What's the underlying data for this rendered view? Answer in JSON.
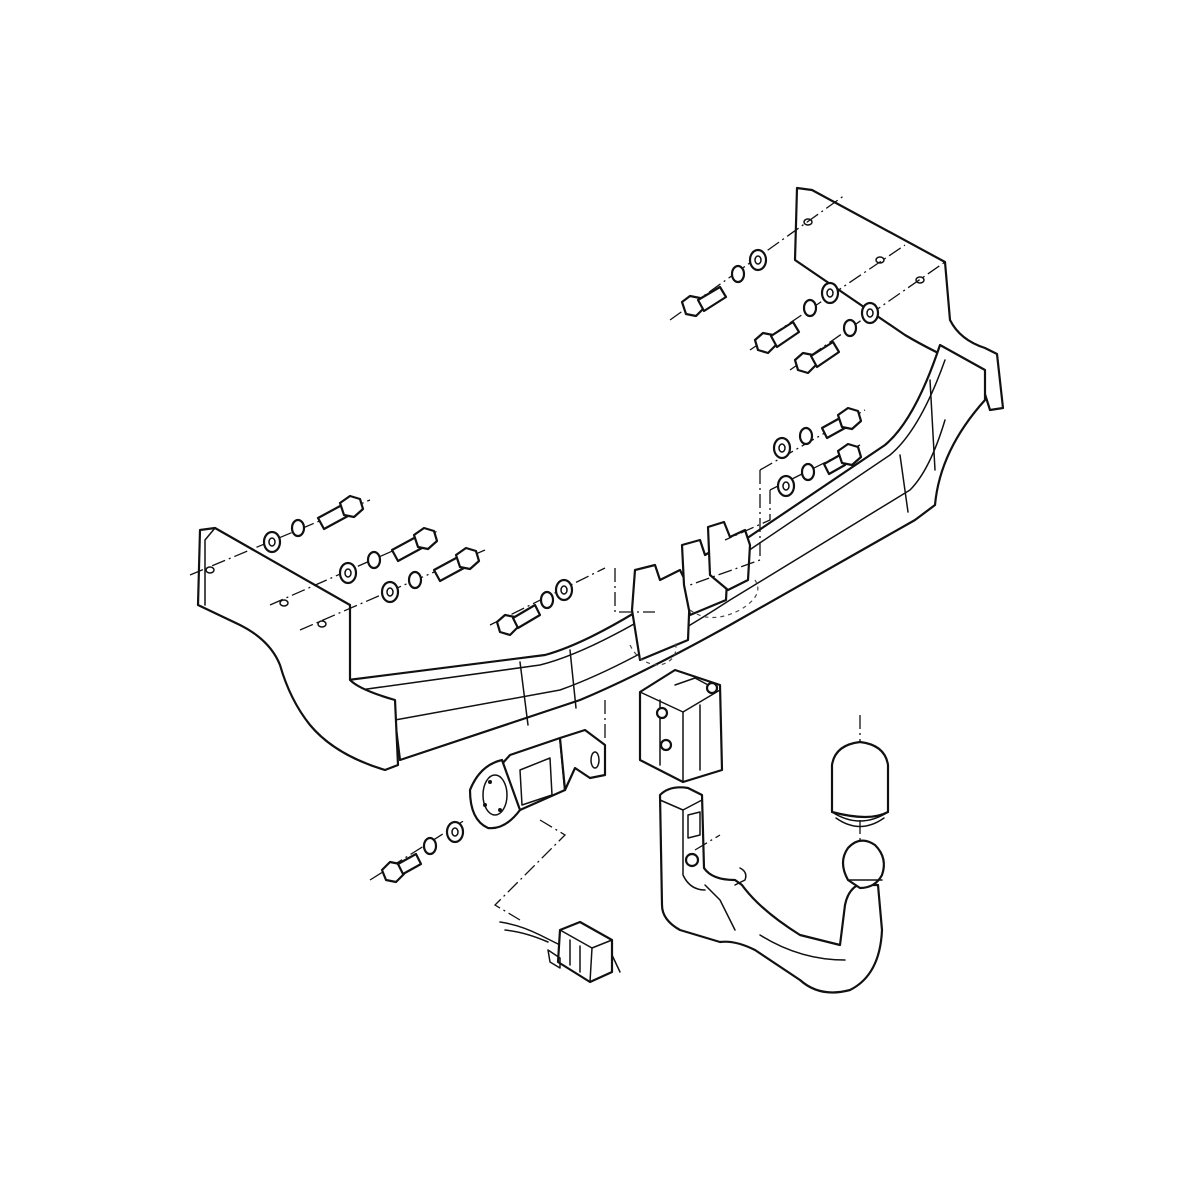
{
  "diagram": {
    "type": "exploded-assembly",
    "subject": "towbar",
    "parts": [
      {
        "name": "crossbar-frame"
      },
      {
        "name": "left-mounting-plate"
      },
      {
        "name": "right-mounting-plate"
      },
      {
        "name": "ball-receiver-socket"
      },
      {
        "name": "detachable-ball-neck"
      },
      {
        "name": "tow-ball"
      },
      {
        "name": "ball-cover-cap"
      },
      {
        "name": "electrical-socket-bracket"
      },
      {
        "name": "wiring-plug"
      }
    ],
    "fasteners": [
      {
        "name": "bolt-set-right-plate",
        "count": 3
      },
      {
        "name": "bolt-set-left-plate",
        "count": 3
      },
      {
        "name": "bolt-set-crossbar-center",
        "count": 3
      },
      {
        "name": "bolt-set-socket-bracket",
        "count": 1
      }
    ],
    "colors": {
      "line": "#111111",
      "background": "#ffffff"
    }
  }
}
